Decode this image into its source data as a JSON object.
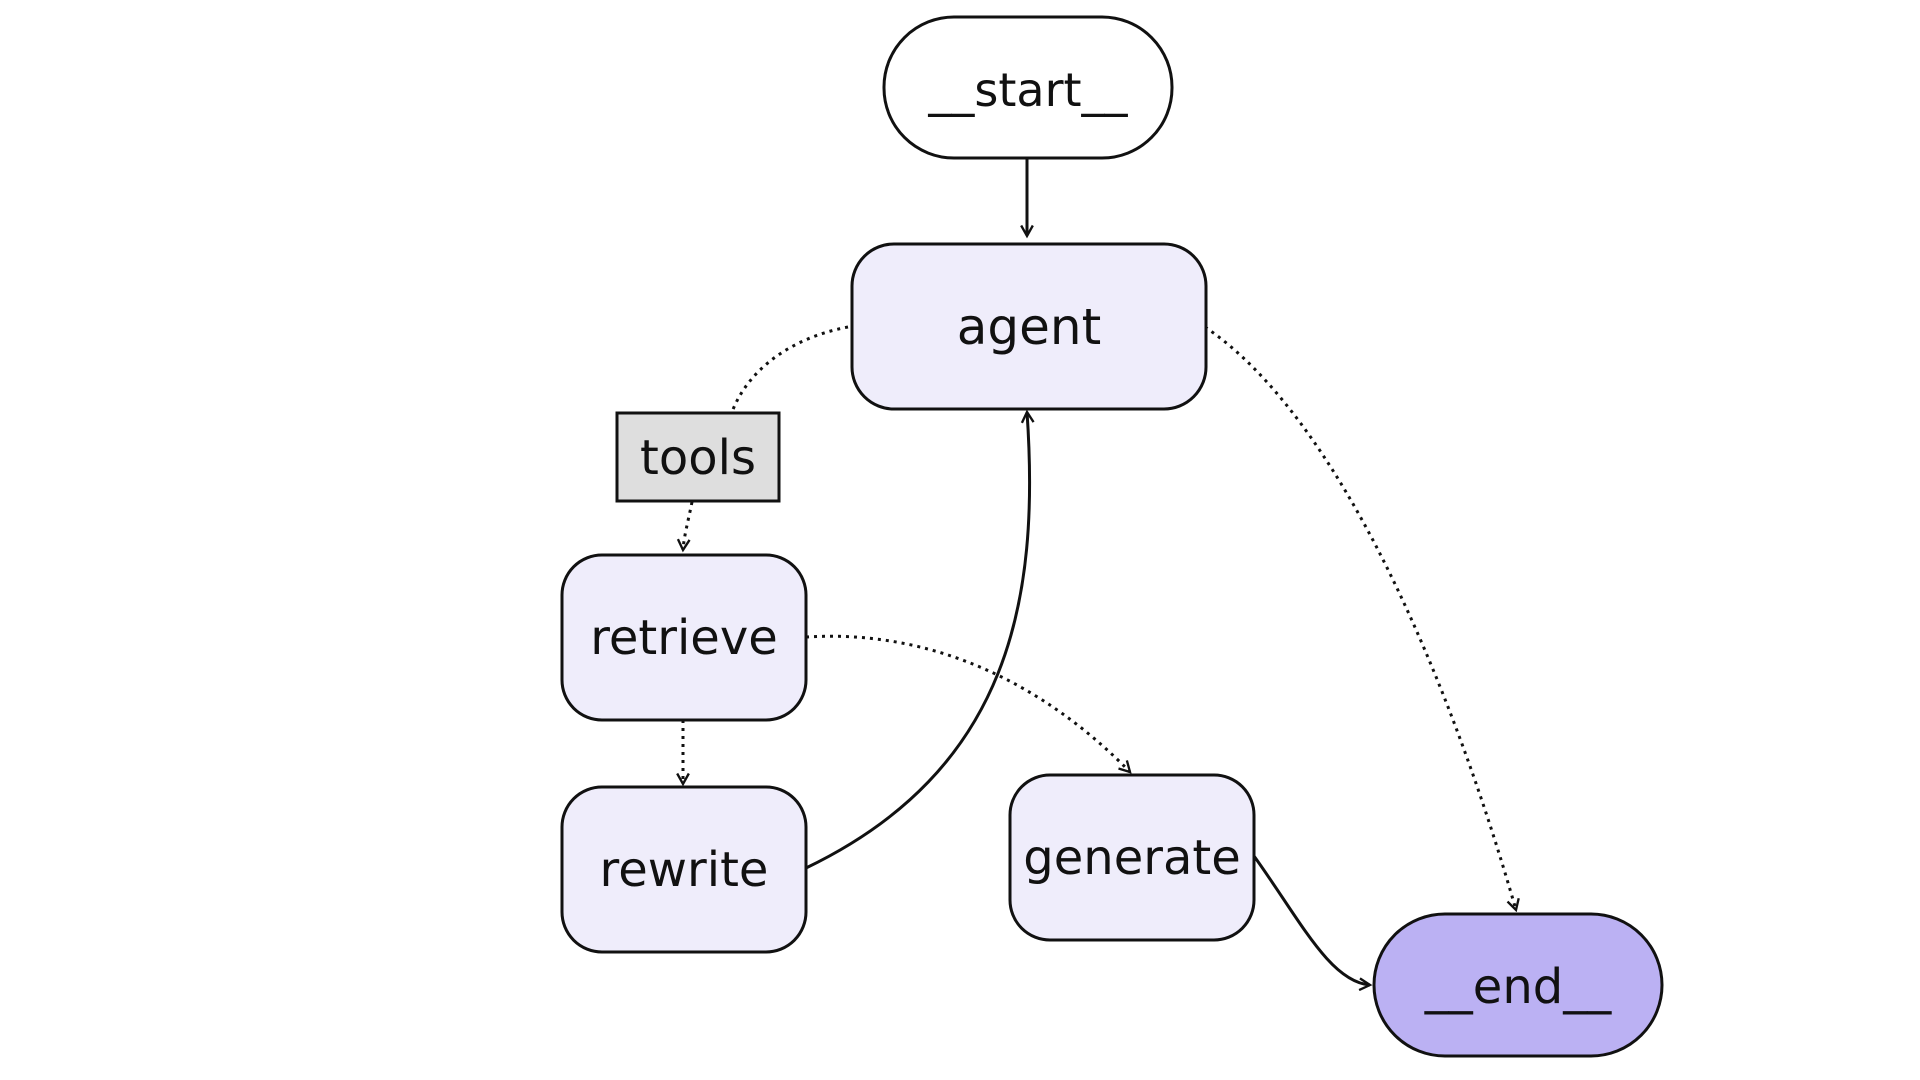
{
  "graph": {
    "nodes": {
      "start": {
        "label": "__start__",
        "kind": "terminal"
      },
      "agent": {
        "label": "agent",
        "kind": "step"
      },
      "tools": {
        "label": "tools",
        "kind": "conditional"
      },
      "retrieve": {
        "label": "retrieve",
        "kind": "step"
      },
      "rewrite": {
        "label": "rewrite",
        "kind": "step"
      },
      "generate": {
        "label": "generate",
        "kind": "step"
      },
      "end": {
        "label": "__end__",
        "kind": "terminal-end"
      }
    },
    "edges": [
      {
        "from": "start",
        "to": "agent",
        "style": "solid"
      },
      {
        "from": "agent",
        "to": "tools",
        "style": "dotted"
      },
      {
        "from": "tools",
        "to": "retrieve",
        "style": "dotted"
      },
      {
        "from": "agent",
        "to": "end",
        "style": "dotted"
      },
      {
        "from": "retrieve",
        "to": "rewrite",
        "style": "dotted"
      },
      {
        "from": "retrieve",
        "to": "generate",
        "style": "dotted"
      },
      {
        "from": "rewrite",
        "to": "agent",
        "style": "solid"
      },
      {
        "from": "generate",
        "to": "end",
        "style": "solid"
      }
    ]
  },
  "colors": {
    "step_fill": "#efedfb",
    "start_fill": "#ffffff",
    "end_fill": "#bbb1f3",
    "tools_fill": "#dedede",
    "stroke": "#111111"
  }
}
